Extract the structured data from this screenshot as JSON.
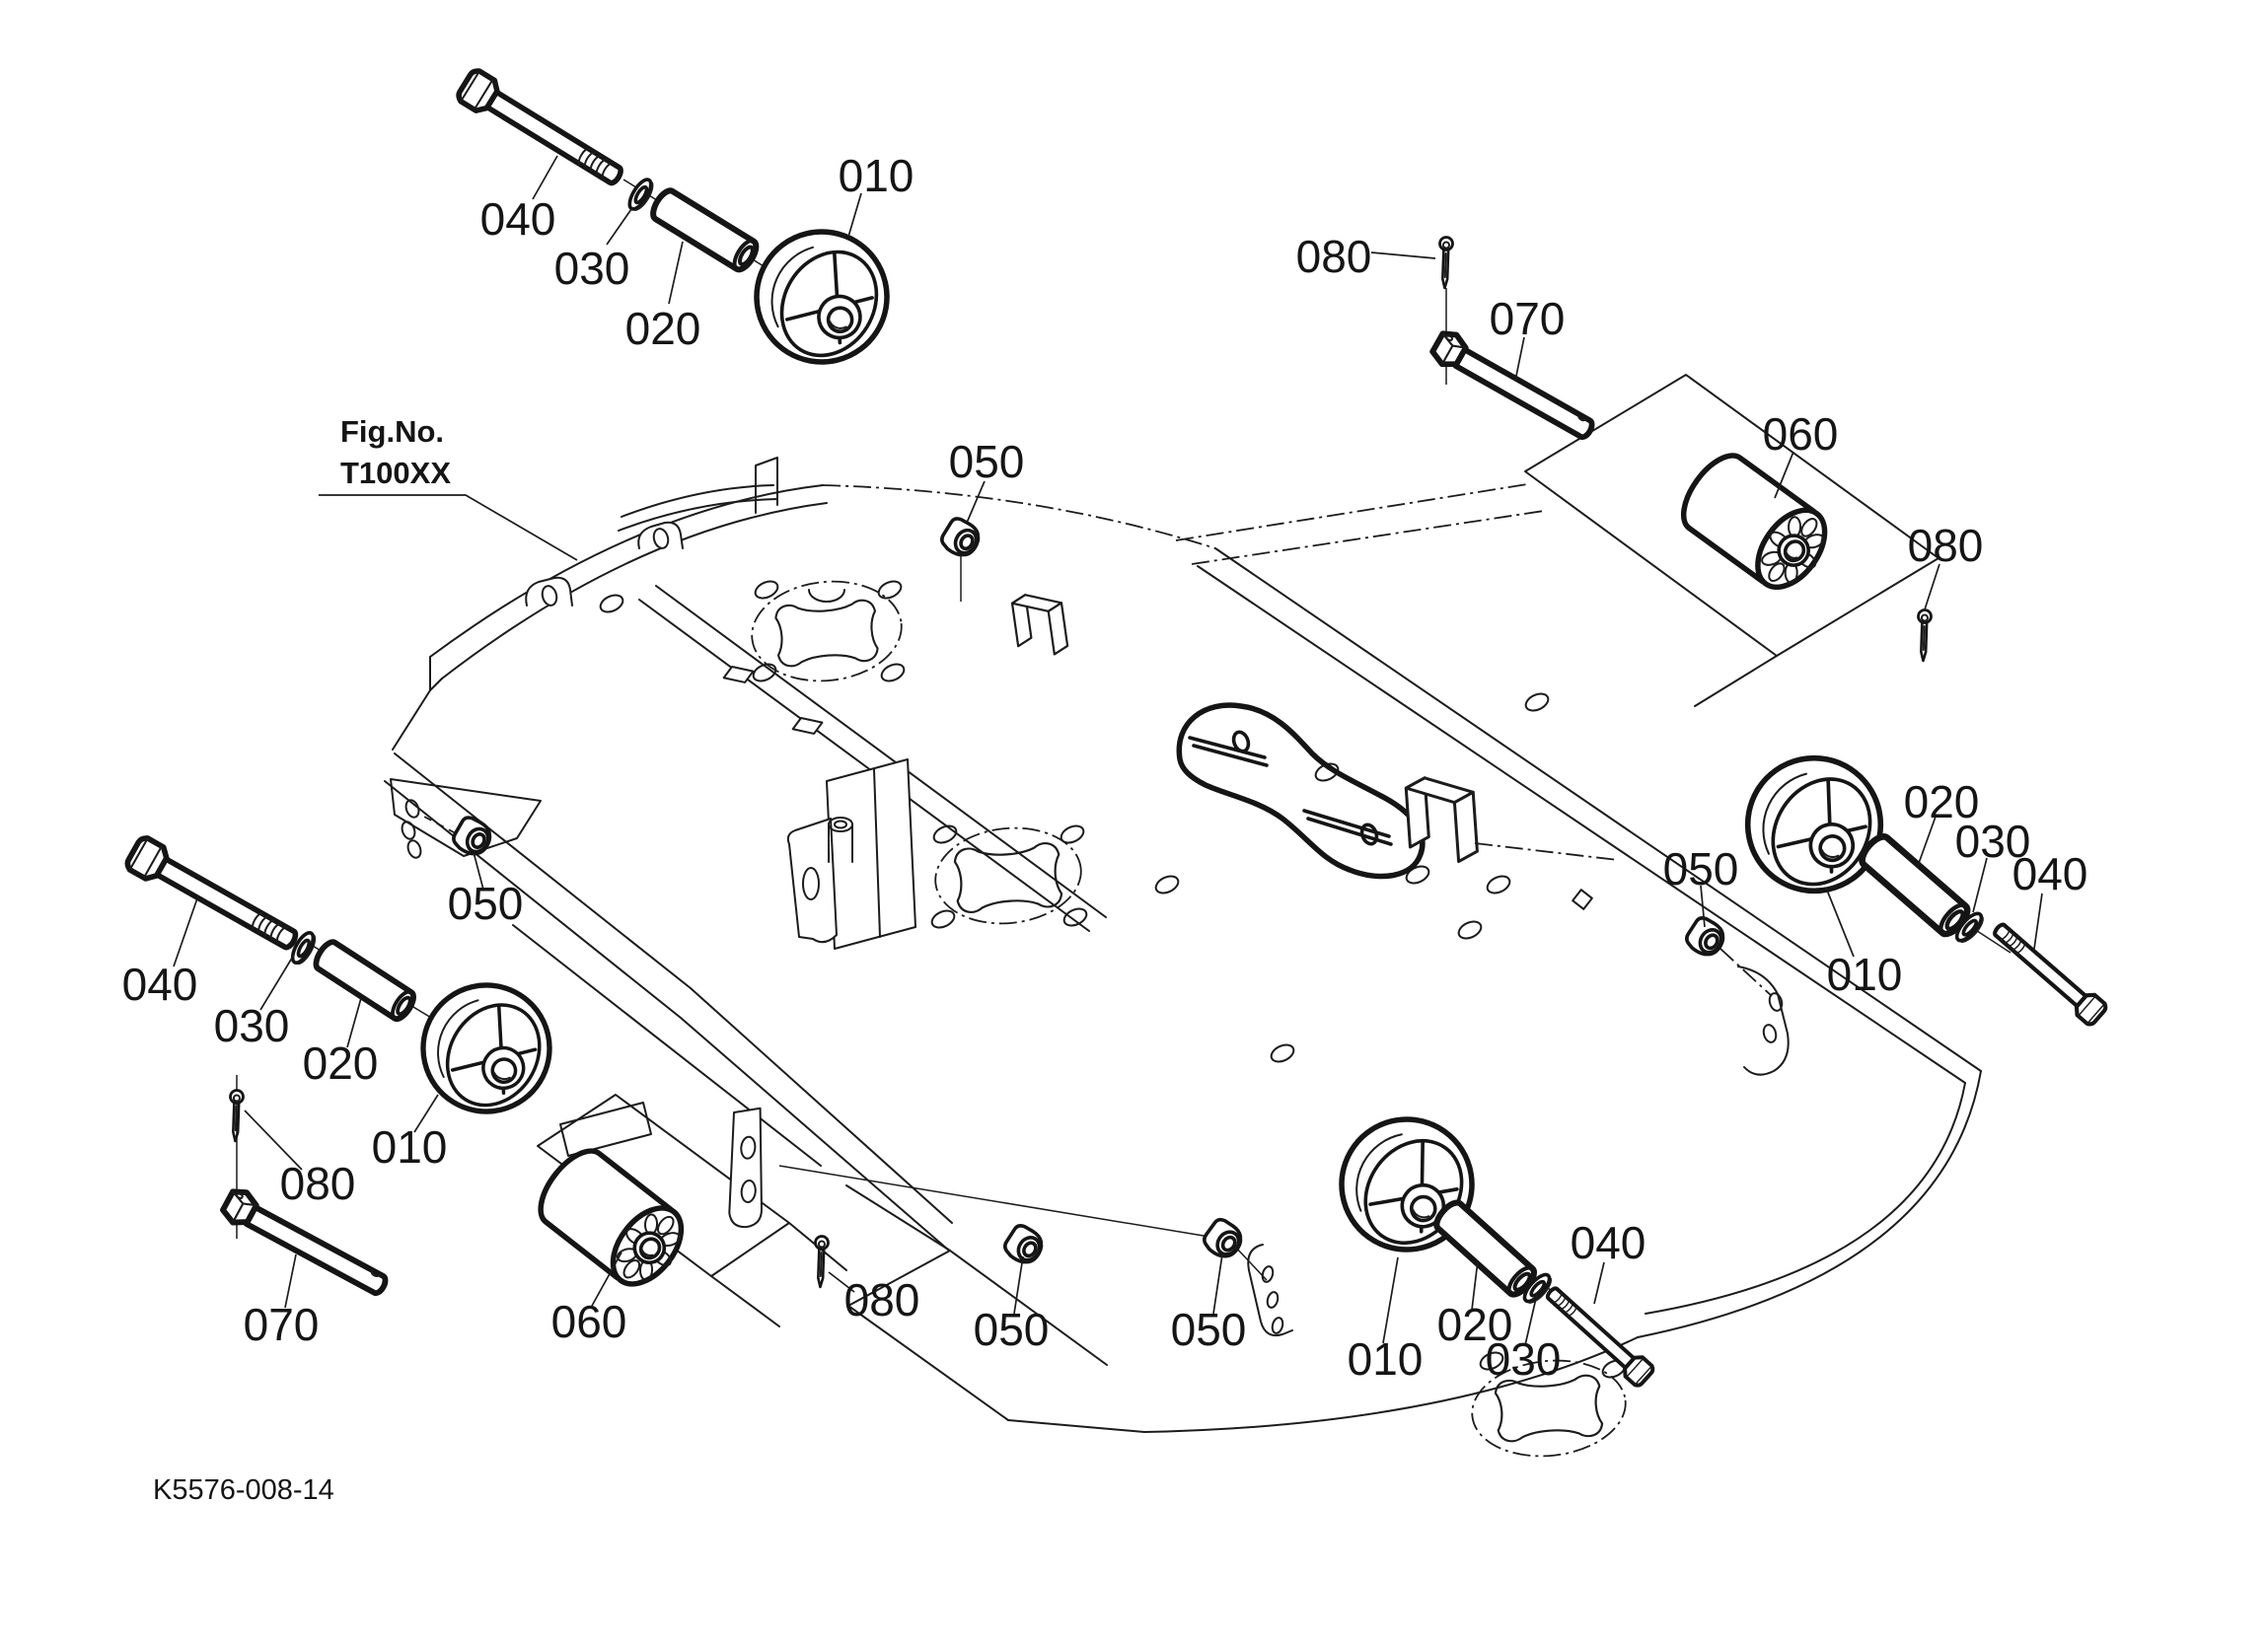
{
  "diagram": {
    "fig": {
      "label": "Fig.No.",
      "number": "T100XX"
    },
    "drawing_number": "K5576-008-14",
    "part_refs": {
      "p010": "010",
      "p020": "020",
      "p030": "030",
      "p040": "040",
      "p050": "050",
      "p060": "060",
      "p070": "070",
      "p080": "080"
    }
  }
}
